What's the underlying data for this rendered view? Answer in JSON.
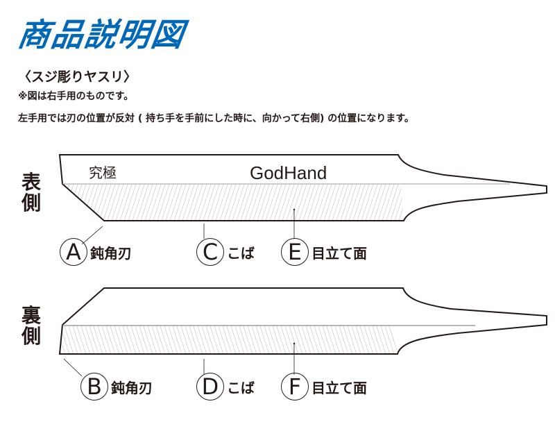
{
  "header": {
    "title": "商品説明図",
    "title_color": "#0068b7"
  },
  "subtitle": "〈スジ彫りヤスリ〉",
  "notes": [
    "※図は右手用のものです。",
    "左手用では刃の位置が反対 ( 持ち手を手前にした時に、向かって右側) の位置になります。"
  ],
  "sides": {
    "front": {
      "label": "表側",
      "label_chars": [
        "表",
        "側"
      ],
      "engraving_left": "究極",
      "engraving_brand": "GodHand",
      "callouts": [
        {
          "letter": "A",
          "text": "鈍角刃"
        },
        {
          "letter": "C",
          "text": "こば"
        },
        {
          "letter": "E",
          "text": "目立て面"
        }
      ]
    },
    "back": {
      "label": "裏側",
      "label_chars": [
        "裏",
        "側"
      ],
      "callouts": [
        {
          "letter": "B",
          "text": "鈍角刃"
        },
        {
          "letter": "D",
          "text": "こば"
        },
        {
          "letter": "F",
          "text": "目立て面"
        }
      ]
    }
  },
  "colors": {
    "outline": "#231815",
    "hatch": "#9e9e9e"
  }
}
